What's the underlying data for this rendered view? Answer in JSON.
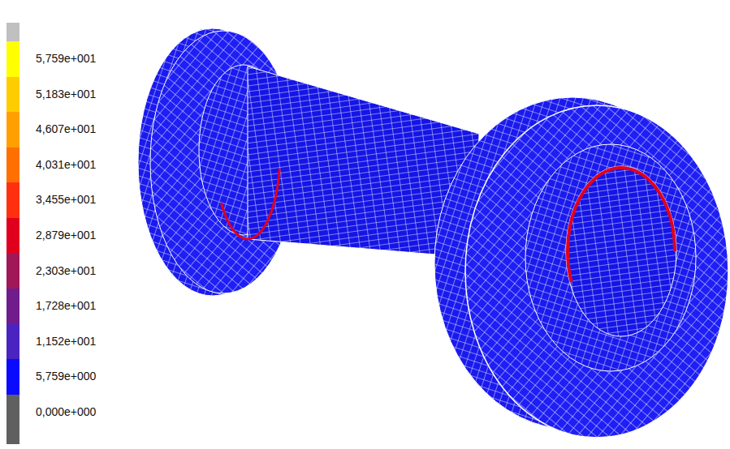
{
  "diagram": {
    "legend": [
      {
        "text": "5,759e+001",
        "color": "#ffff00"
      },
      {
        "text": "5,183e+001",
        "color": "#ffcc00"
      },
      {
        "text": "4,607e+001",
        "color": "#ffa000"
      },
      {
        "text": "4,031e+001",
        "color": "#ff7000"
      },
      {
        "text": "3,455e+001",
        "color": "#ff3010"
      },
      {
        "text": "2,879e+001",
        "color": "#e0001e"
      },
      {
        "text": "2,303e+001",
        "color": "#a01858"
      },
      {
        "text": "1,728e+001",
        "color": "#701c8c"
      },
      {
        "text": "1,152e+001",
        "color": "#4a24c0"
      },
      {
        "text": "5,759e+000",
        "color": "#0a0aff"
      },
      {
        "text": "0,000e+000",
        "color": "#606060"
      }
    ]
  }
}
